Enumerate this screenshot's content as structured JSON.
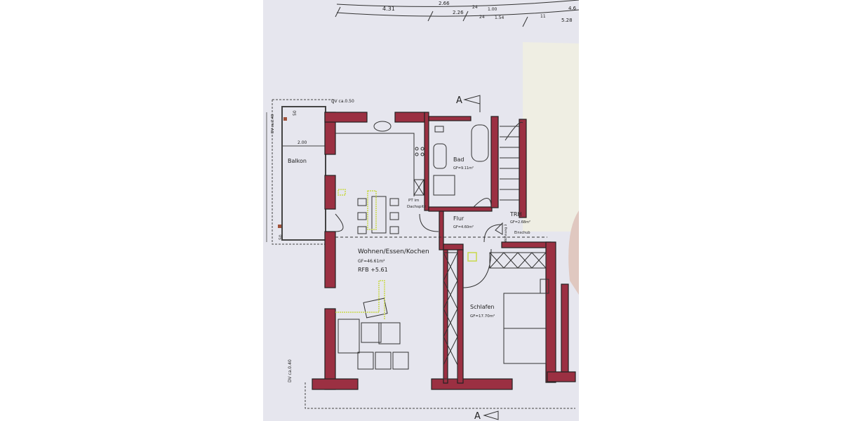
{
  "colors": {
    "wall": "#9b3042",
    "paper": "#e6e6ee",
    "note": "#efeee3",
    "highlight": "#c8d84a"
  },
  "dimensions_top": [
    "2.66",
    "4.31",
    "2.26",
    "1.00",
    "1.54",
    "24",
    "24",
    "11",
    "4.6",
    "5.28"
  ],
  "section_marker": "A",
  "balcony": {
    "name": "Balkon",
    "width": "2.00",
    "dim_top": "50",
    "dim_bottom": "50",
    "dv_side": "DV ca.2.40",
    "dv_top": "DV ca.0.50"
  },
  "dv_bottom": "DV ca.0.40",
  "rooms": {
    "bath": {
      "name": "Bad",
      "area": "GF=9.11m²"
    },
    "hall": {
      "name": "Flur",
      "area": "GF=4.60m²"
    },
    "stair": {
      "name": "TRH",
      "area": "GF=2.68m²",
      "entry": "Wohnung 3",
      "note": "Einschub"
    },
    "living": {
      "name": "Wohnen/Essen/Kochen",
      "area": "GF=46.61m²",
      "rfb": "RFB +5.61",
      "pt": "PT im",
      "pt2": "Dachspitz"
    },
    "bedroom": {
      "name": "Schlafen",
      "area": "GF=17.70m²"
    }
  }
}
